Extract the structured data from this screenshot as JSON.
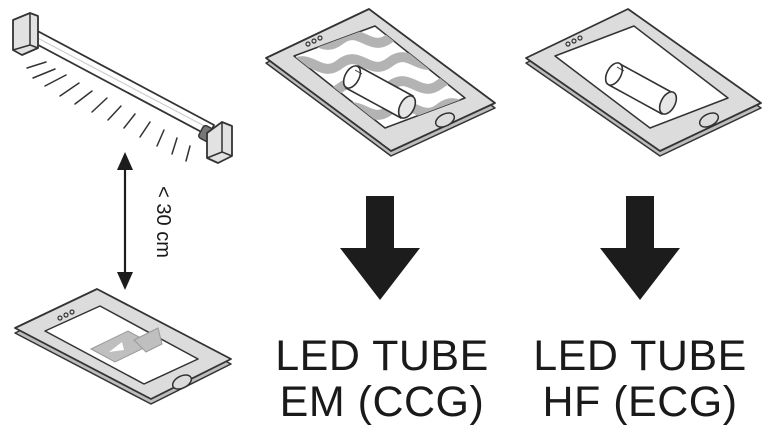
{
  "distance_label": "< 30 cm",
  "labels": {
    "em": {
      "line1": "LED TUBE",
      "line2": "EM (CCG)"
    },
    "hf": {
      "line1": "LED TUBE",
      "line2": "HF (ECG)"
    }
  },
  "icons": {
    "fixture": "tube-light-fixture-icon",
    "camera_phone": "video-camera-phone-icon",
    "em_phone": "flickering-tube-phone-icon",
    "hf_phone": "steady-tube-phone-icon",
    "arrow": "arrow-down-icon"
  },
  "colors": {
    "phone_body": "#dcdcdc",
    "phone_stroke": "#333333",
    "screen": "#ffffff",
    "wave": "#b0b0b0",
    "arrow": "#1c1c1c",
    "text": "#1a1a1a"
  }
}
